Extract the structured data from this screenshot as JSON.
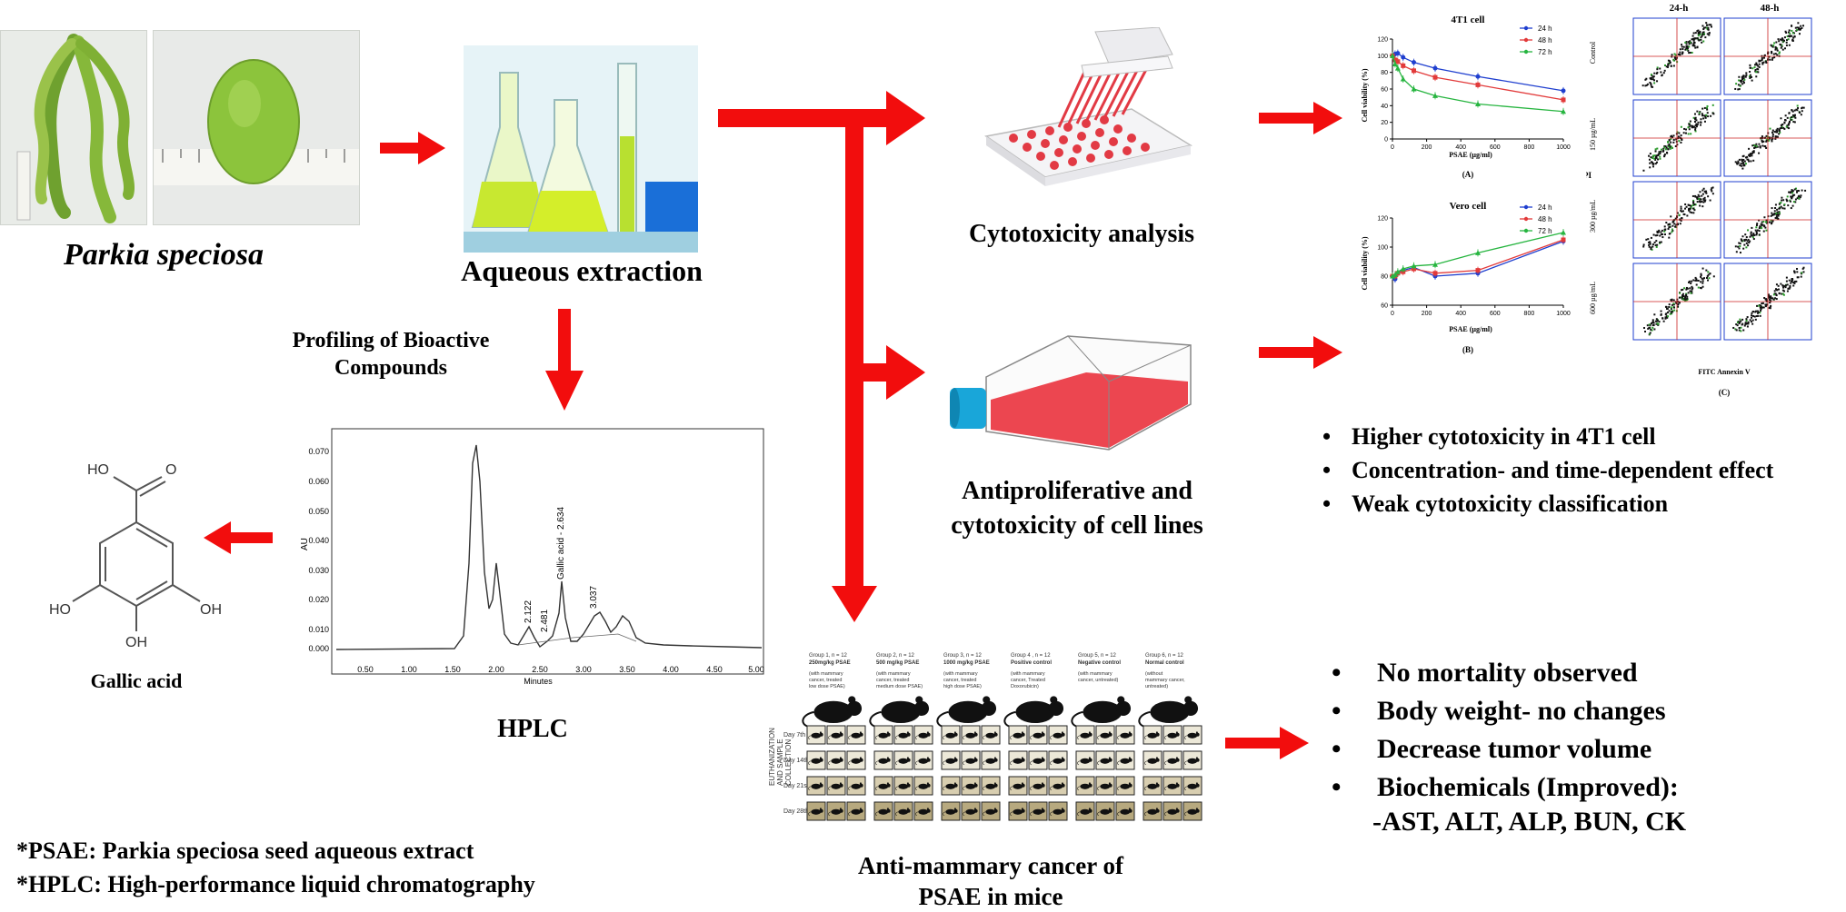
{
  "colors": {
    "arrow": "#f20d0d",
    "plate_red": "#e23a44",
    "flask_red": "#ec4650",
    "cap_blue": "#19a6d9",
    "line_24h": "#1f3fcf",
    "line_48h": "#e23a3a",
    "line_72h": "#27b540",
    "line_vero_24h": "#5a2ea6"
  },
  "source": {
    "title": "Parkia speciosa"
  },
  "extraction": {
    "title": "Aqueous extraction"
  },
  "profiling": {
    "title_line1": "Profiling of Bioactive",
    "title_line2": "Compounds"
  },
  "compound": {
    "name": "Gallic acid",
    "atoms": {
      "ho_top": "HO",
      "o_top": "O",
      "oh_left": "HO",
      "oh_right": "OH",
      "oh_bottom": "OH"
    }
  },
  "hplc": {
    "title": "HPLC",
    "y_unit": "AU",
    "x_label": "Minutes",
    "y_ticks": [
      "0.070",
      "0.060",
      "0.050",
      "0.040",
      "0.030",
      "0.020",
      "0.010",
      "0.000"
    ],
    "x_ticks": [
      "0.50",
      "1.00",
      "1.50",
      "2.00",
      "2.50",
      "3.00",
      "3.50",
      "4.00",
      "4.50",
      "5.00"
    ],
    "peak_labels": [
      "2.122",
      "2.481",
      "Gallic acid - 2.634",
      "3.037"
    ]
  },
  "cytotox": {
    "title": "Cytotoxicity analysis"
  },
  "antiprolif": {
    "title_line1": "Antiproliferative and",
    "title_line2": "cytotoxicity of cell lines"
  },
  "mice": {
    "title_line1": "Anti-mammary cancer of",
    "title_line2": "PSAE in mice",
    "side_label_1": "EUTHANIZATION",
    "side_label_2": "AND SAMPLE",
    "side_label_3": "COLLECTION",
    "groups": [
      {
        "h1": "Group 1, n = 12",
        "h2": "250mg/kg PSAE",
        "d1": "(with mammary",
        "d2": "cancer, treated",
        "d3": "low dose PSAE)"
      },
      {
        "h1": "Group 2, n = 12",
        "h2": "500 mg/kg PSAE",
        "d1": "(with mammary",
        "d2": "cancer, treated",
        "d3": "medium dose PSAE)"
      },
      {
        "h1": "Group 3, n = 12",
        "h2": "1000 mg/kg PSAE",
        "d1": "(with mammary",
        "d2": "cancer, treated",
        "d3": "high dose PSAE)"
      },
      {
        "h1": "Group 4 , n = 12",
        "h2": "Positive control",
        "d1": "(with mammary",
        "d2": "cancer, Treated",
        "d3": "Doxorubicin)"
      },
      {
        "h1": "Group 5, n = 12",
        "h2": "Negative control",
        "d1": "(with mammary",
        "d2": "cancer, untreated)",
        "d3": ""
      },
      {
        "h1": "Group 6, n = 12",
        "h2": "Normal control",
        "d1": "(without",
        "d2": "mammary cancer,",
        "d3": "untreated)"
      }
    ],
    "days": [
      "Day 7th",
      "Day 14th",
      "Day 21st",
      "Day 28th"
    ]
  },
  "chart_data": [
    {
      "type": "line",
      "title": "4T1 cell",
      "panel_label": "(A)",
      "xlabel": "PSAE (µg/ml)",
      "ylabel": "Cell viability (%)",
      "xlim": [
        0,
        1000
      ],
      "ylim": [
        0,
        120
      ],
      "x_ticks": [
        "0",
        "200",
        "400",
        "600",
        "800",
        "1000"
      ],
      "y_ticks": [
        "0",
        "20",
        "40",
        "60",
        "80",
        "100",
        "120"
      ],
      "x": [
        0,
        15.6,
        31.25,
        62.5,
        125,
        250,
        500,
        1000
      ],
      "series": [
        {
          "name": "24 h",
          "values": [
            100,
            102,
            103,
            98,
            92,
            85,
            75,
            58
          ]
        },
        {
          "name": "48 h",
          "values": [
            100,
            95,
            93,
            88,
            82,
            74,
            65,
            47
          ]
        },
        {
          "name": "72 h",
          "values": [
            100,
            90,
            85,
            72,
            60,
            52,
            42,
            33
          ]
        }
      ]
    },
    {
      "type": "line",
      "title": "Vero cell",
      "panel_label": "(B)",
      "xlabel": "PSAE (µg/ml)",
      "ylabel": "Cell viability (%)",
      "xlim": [
        0,
        1000
      ],
      "ylim": [
        60,
        120
      ],
      "x_ticks": [
        "0",
        "200",
        "400",
        "600",
        "800",
        "1000"
      ],
      "y_ticks": [
        "60",
        "80",
        "100",
        "120"
      ],
      "x": [
        0,
        15.6,
        31.25,
        62.5,
        125,
        250,
        500,
        1000
      ],
      "series": [
        {
          "name": "24 h",
          "values": [
            80,
            78,
            82,
            84,
            86,
            80,
            82,
            104
          ]
        },
        {
          "name": "48 h",
          "values": [
            80,
            80,
            82,
            83,
            85,
            82,
            84,
            105
          ]
        },
        {
          "name": "72 h",
          "values": [
            80,
            81,
            83,
            85,
            87,
            88,
            96,
            110
          ]
        }
      ]
    },
    {
      "type": "scatter",
      "panel_label": "(C)",
      "xlabel": "FITC Annexin V",
      "ylabel": "PI",
      "columns": [
        "24-h",
        "48-h"
      ],
      "rows": [
        "Control",
        "150 µg/mL",
        "300 µg/mL",
        "600 µg/mL"
      ]
    }
  ],
  "results_invitro": [
    "Higher cytotoxicity in 4T1 cell",
    "Concentration- and time-dependent effect",
    "Weak cytotoxicity classification"
  ],
  "results_invivo": [
    "No mortality observed",
    "Body weight- no changes",
    "Decrease tumor volume",
    "Biochemicals (Improved):"
  ],
  "results_invivo_sub": "-AST, ALT, ALP, BUN, CK",
  "footnotes": [
    "*PSAE: Parkia speciosa seed aqueous extract",
    "*HPLC: High-performance liquid chromatography"
  ]
}
